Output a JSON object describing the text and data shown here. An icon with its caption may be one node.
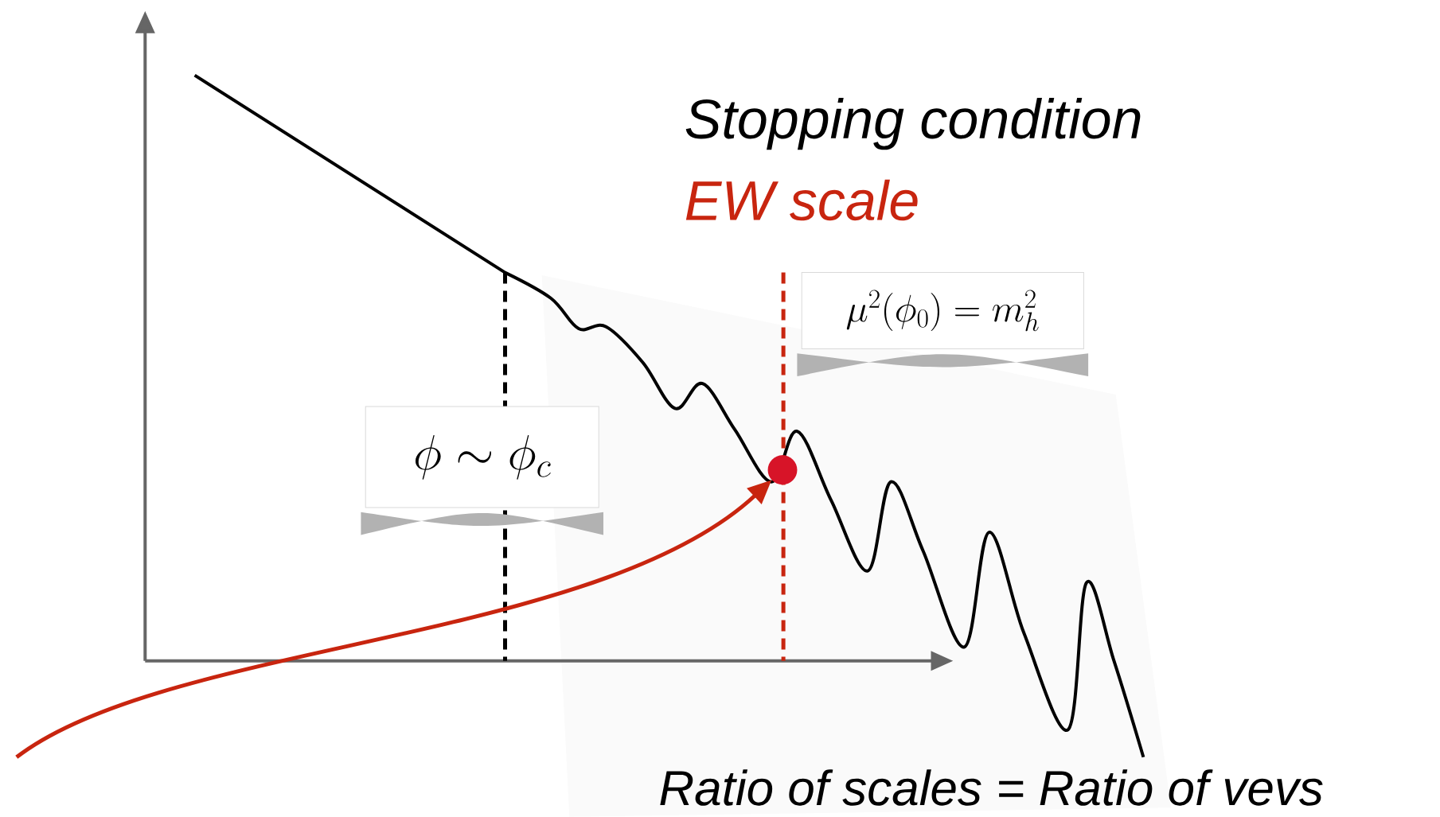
{
  "diagram": {
    "nodes": [
      {
        "text": [
          "\\phi \\sim \\phi_c"
        ]
      },
      {
        "text": [
          "\\mu^2(\\phi_0) = m_h^2"
        ]
      },
      {
        "text": [],
        "shape": "circle"
      }
    ],
    "edges": [
      {
        "from": null,
        "to": 2,
        "arrow": "to",
        "color": "#c8250f"
      }
    ],
    "labels": [
      "Stopping condition",
      "EW scale",
      "Ratio of scales = Ratio of vevs"
    ]
  }
}
